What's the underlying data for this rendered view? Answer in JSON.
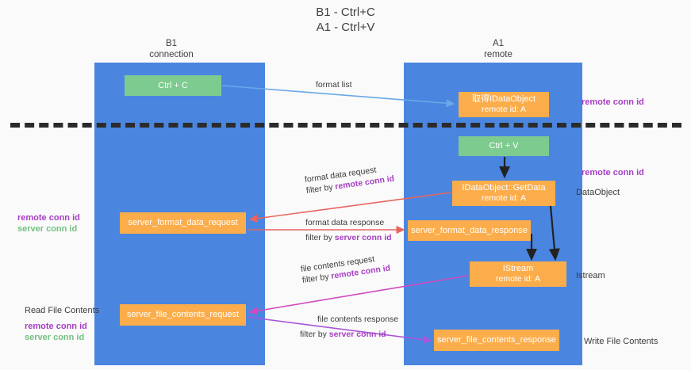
{
  "title": {
    "line1": "B1 - Ctrl+C",
    "line2": "A1 - Ctrl+V"
  },
  "columns": {
    "left": {
      "name": "B1",
      "role": "connection"
    },
    "right": {
      "name": "A1",
      "role": "remote"
    }
  },
  "nodes": {
    "ctrl_c": {
      "label": "Ctrl + C",
      "color": "#7dcb8f"
    },
    "get_idataobject": {
      "label": "取得IDataObject",
      "sub": "remote id: A",
      "color": "#fbad4b"
    },
    "ctrl_v": {
      "label": "Ctrl + V",
      "color": "#7dcb8f"
    },
    "getdata": {
      "label": "IDataObject::GetData",
      "sub": "remote id: A",
      "color": "#fbad4b"
    },
    "server_format_data_request": {
      "label": "server_format_data_request",
      "color": "#fbad4b"
    },
    "server_format_data_response": {
      "label": "server_format_data_response",
      "color": "#fbad4b"
    },
    "istream": {
      "label": "IStream",
      "sub": "remote id: A",
      "color": "#fbad4b"
    },
    "server_file_contents_request": {
      "label": "server_file_contents_request",
      "color": "#fbad4b"
    },
    "server_file_contents_response": {
      "label": "server_file_contents_response",
      "color": "#fbad4b"
    }
  },
  "edges": {
    "format_list": {
      "label": "format list"
    },
    "format_data_request": {
      "label": "format data request",
      "filter_prefix": "filter by ",
      "filter_key": "remote conn id"
    },
    "format_data_response": {
      "label": "format data response",
      "filter_prefix": "filter by ",
      "filter_key": "server conn id"
    },
    "file_contents_request": {
      "label": "file contents request",
      "filter_prefix": "filter by ",
      "filter_key": "remote conn id"
    },
    "file_contents_response": {
      "label": "file contents response",
      "filter_prefix": "filter by ",
      "filter_key": "server conn id"
    }
  },
  "annotations": {
    "right_top_remote_conn_id": "remote conn id",
    "right_mid_remote_conn_id": "remote conn id",
    "right_dataobject": "DataObject",
    "right_istream": "Istream",
    "right_write_file_contents": "Write File Contents",
    "left_read_file_contents": "Read File Contents",
    "left_remote_conn_id": "remote conn id",
    "left_server_conn_id": "server conn id",
    "left2_remote_conn_id": "remote conn id",
    "left2_server_conn_id": "server conn id"
  },
  "colors": {
    "lane": "#4a86e0",
    "green_node": "#7dcb8f",
    "orange_node": "#fbad4b",
    "purple_text": "#a63fc4",
    "green_text": "#73c081",
    "arrow_blue": "#6aa8e8",
    "arrow_red": "#e8655f",
    "arrow_magenta": "#cf4bbf",
    "arrow_purple": "#a855d8",
    "arrow_black": "#222222",
    "divider": "#2b2b2b",
    "background": "#fafafa"
  }
}
